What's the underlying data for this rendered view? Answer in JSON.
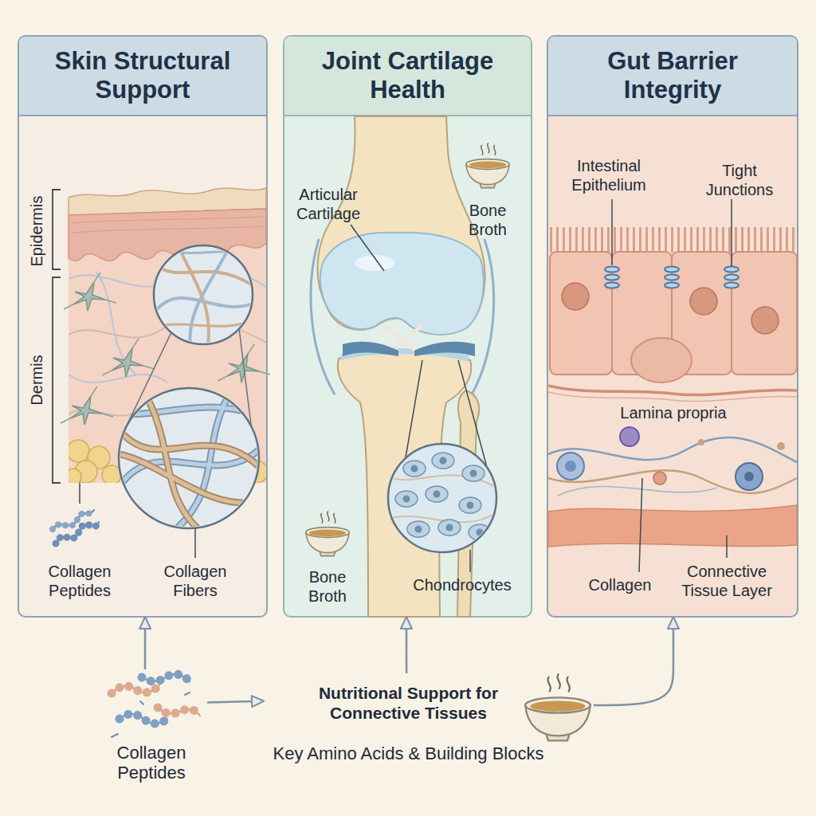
{
  "diagram": {
    "nodes": [
      {
        "text": [
          "Skin Structural Support"
        ]
      },
      {
        "text": [
          "Joint Cartilage Health"
        ]
      },
      {
        "text": [
          "Gut Barrier Integrity"
        ]
      },
      {
        "text": [
          "Collagen Peptides"
        ]
      },
      {
        "text": [
          "Nutritional Support for Connective Tissues",
          "Key Amino Acids & Building Blocks"
        ]
      }
    ],
    "edges": [
      {
        "from": 3,
        "to": 0,
        "arrow": "to"
      },
      {
        "from": 3,
        "to": 4,
        "arrow": "to"
      },
      {
        "from": 4,
        "to": 1,
        "arrow": "to"
      },
      {
        "from": 4,
        "to": 2,
        "arrow": "to"
      }
    ],
    "labels": [
      "Epidermis",
      "Dermis",
      "Collagen Peptides",
      "Collagen Fibers",
      "Articular Cartilage",
      "Bone Broth",
      "Bone Broth",
      "Chondrocytes",
      "Intestinal Epithelium",
      "Tight Junctions",
      "Lamina propria",
      "Collagen",
      "Connective Tissue Layer"
    ]
  }
}
